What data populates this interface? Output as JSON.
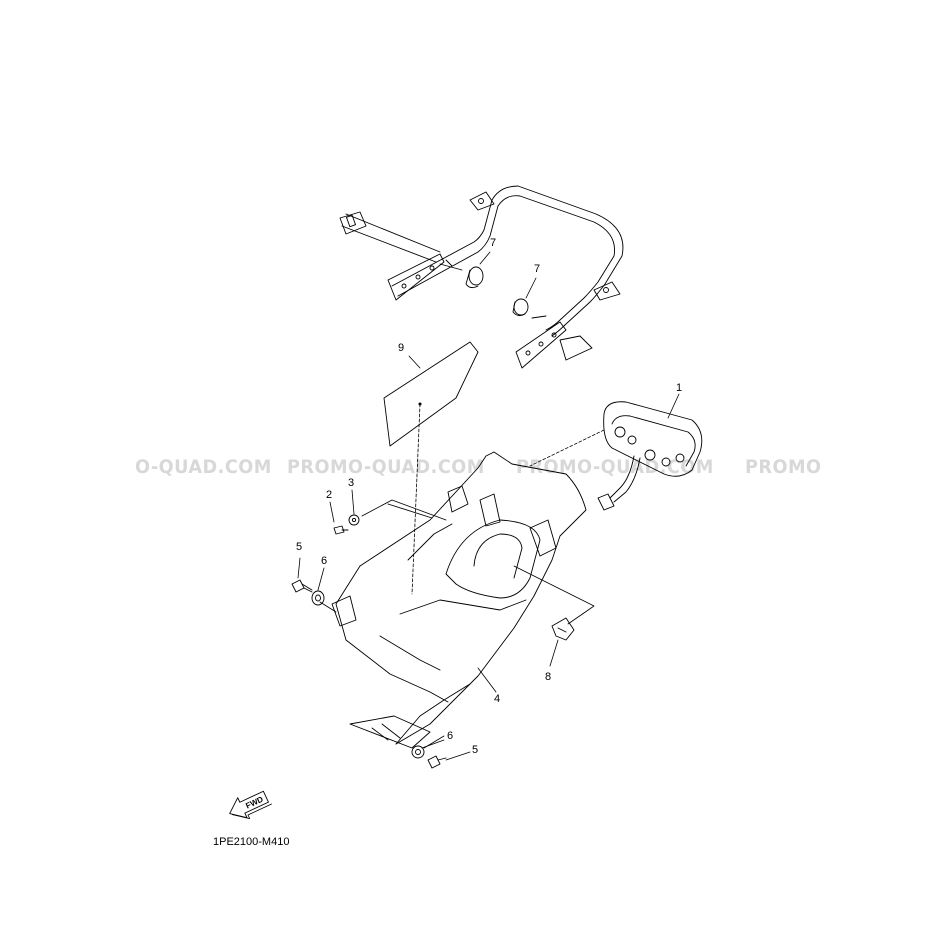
{
  "watermark": {
    "texts": [
      "O-QUAD.COM",
      "PROMO-QUAD.COM",
      "PROMO-QUAD.COM",
      "PROMO"
    ]
  },
  "callouts": [
    {
      "id": "c1",
      "label": "1"
    },
    {
      "id": "c2",
      "label": "2"
    },
    {
      "id": "c3",
      "label": "3"
    },
    {
      "id": "c4",
      "label": "4"
    },
    {
      "id": "c5a",
      "label": "5"
    },
    {
      "id": "c5b",
      "label": "5"
    },
    {
      "id": "c6a",
      "label": "6"
    },
    {
      "id": "c6b",
      "label": "6"
    },
    {
      "id": "c7a",
      "label": "7"
    },
    {
      "id": "c7b",
      "label": "7"
    },
    {
      "id": "c8",
      "label": "8"
    },
    {
      "id": "c9",
      "label": "9"
    }
  ],
  "fwd_arrow": {
    "label": "FWD"
  },
  "diagram_code": "1PE2100-M410",
  "colors": {
    "line": "#000000",
    "watermark": "#d8d8d8",
    "background": "#ffffff"
  }
}
